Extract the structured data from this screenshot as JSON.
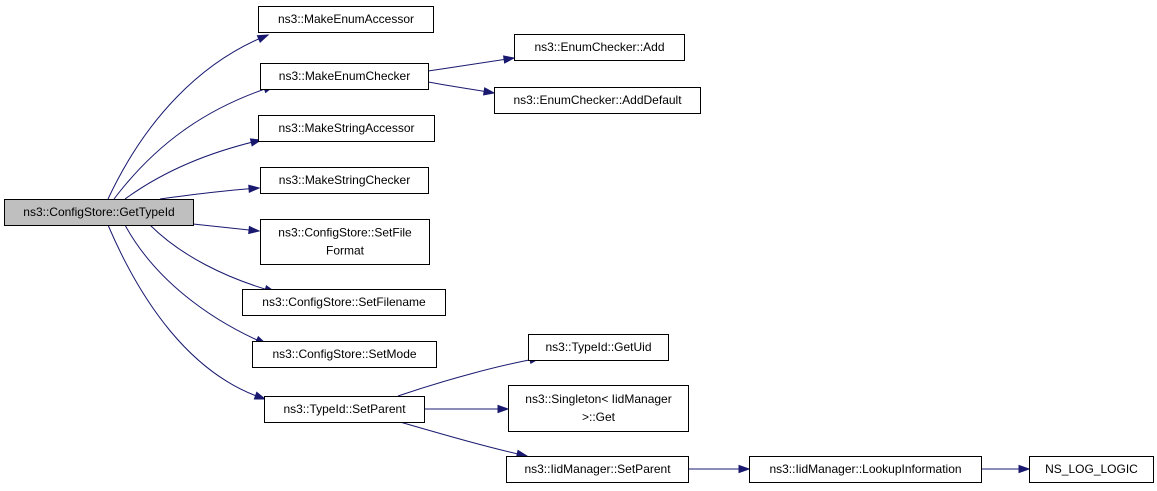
{
  "graph": {
    "nodes": [
      {
        "id": "getTypeId",
        "lines": [
          "ns3::ConfigStore::GetTypeId"
        ],
        "root": true
      },
      {
        "id": "makeEnumAccessor",
        "lines": [
          "ns3::MakeEnumAccessor"
        ]
      },
      {
        "id": "makeEnumChecker",
        "lines": [
          "ns3::MakeEnumChecker"
        ]
      },
      {
        "id": "makeStringAccessor",
        "lines": [
          "ns3::MakeStringAccessor"
        ]
      },
      {
        "id": "makeStringChecker",
        "lines": [
          "ns3::MakeStringChecker"
        ]
      },
      {
        "id": "setFileFormat",
        "lines": [
          "ns3::ConfigStore::SetFile",
          "Format"
        ]
      },
      {
        "id": "setFilename",
        "lines": [
          "ns3::ConfigStore::SetFilename"
        ]
      },
      {
        "id": "setMode",
        "lines": [
          "ns3::ConfigStore::SetMode"
        ]
      },
      {
        "id": "setParent",
        "lines": [
          "ns3::TypeId::SetParent"
        ]
      },
      {
        "id": "enumAdd",
        "lines": [
          "ns3::EnumChecker::Add"
        ]
      },
      {
        "id": "enumAddDefault",
        "lines": [
          "ns3::EnumChecker::AddDefault"
        ]
      },
      {
        "id": "getUid",
        "lines": [
          "ns3::TypeId::GetUid"
        ]
      },
      {
        "id": "singletonGet",
        "lines": [
          "ns3::Singleton< IidManager",
          ">::Get"
        ]
      },
      {
        "id": "iidSetParent",
        "lines": [
          "ns3::IidManager::SetParent"
        ]
      },
      {
        "id": "lookupInfo",
        "lines": [
          "ns3::IidManager::LookupInformation"
        ]
      },
      {
        "id": "nsLogLogic",
        "lines": [
          "NS_LOG_LOGIC"
        ]
      }
    ],
    "edges": [
      {
        "from": "getTypeId",
        "to": "makeEnumAccessor"
      },
      {
        "from": "getTypeId",
        "to": "makeEnumChecker"
      },
      {
        "from": "getTypeId",
        "to": "makeStringAccessor"
      },
      {
        "from": "getTypeId",
        "to": "makeStringChecker"
      },
      {
        "from": "getTypeId",
        "to": "setFileFormat"
      },
      {
        "from": "getTypeId",
        "to": "setFilename"
      },
      {
        "from": "getTypeId",
        "to": "setMode"
      },
      {
        "from": "getTypeId",
        "to": "setParent"
      },
      {
        "from": "makeEnumChecker",
        "to": "enumAdd"
      },
      {
        "from": "makeEnumChecker",
        "to": "enumAddDefault"
      },
      {
        "from": "setParent",
        "to": "getUid"
      },
      {
        "from": "setParent",
        "to": "singletonGet"
      },
      {
        "from": "setParent",
        "to": "iidSetParent"
      },
      {
        "from": "iidSetParent",
        "to": "lookupInfo"
      },
      {
        "from": "lookupInfo",
        "to": "nsLogLogic"
      }
    ],
    "colors": {
      "edge": "#191970",
      "root_fill": "#bfbfbf",
      "node_fill": "#ffffff",
      "border": "#000000"
    }
  }
}
